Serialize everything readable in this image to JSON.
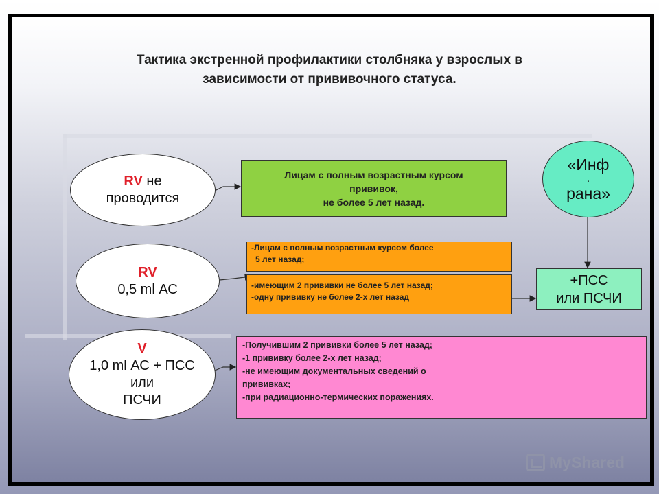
{
  "title": {
    "line1": "Тактика экстренной профилактики столбняка у взрослых в",
    "line2": "зависимости от прививочного статуса."
  },
  "ovals": {
    "rv_none": {
      "bold": "RV",
      "rest": " не",
      "line2": "проводится"
    },
    "rv_dose": {
      "bold": "RV",
      "line2": "0,5 ml АС"
    },
    "v_dose": {
      "bold": "V",
      "line2": "1,0 ml АС + ПСС",
      "line3": "или",
      "line4": "ПСЧИ"
    }
  },
  "boxes": {
    "green": {
      "line1": "Лицам с полным возрастным курсом",
      "line2": "прививок,",
      "line3": "не более 5 лет назад."
    },
    "orange_top": {
      "line1": "-Лицам с полным возрастным курсом более",
      "line2": "5 лет назад;"
    },
    "orange_bottom": {
      "line1": "-имеющим 2 прививки не более 5 лет назад;",
      "line2": "-одну прививку не более 2-х лет назад"
    },
    "pink": {
      "line1": "-Получившим 2 прививки более 5 лет назад;",
      "line2": "-1 прививку более 2-х лет назад;",
      "line3": "-не имеющим документальных сведений о",
      "line4": "прививках;",
      "line5": "-при радиационно-термических поражениях."
    }
  },
  "inf_oval": {
    "line1": "«Инф",
    "dot": ".",
    "line2": "рана»"
  },
  "result": {
    "line1": "+ПСС",
    "line2": "или ПСЧИ"
  },
  "watermark": {
    "text": "MyShared"
  }
}
